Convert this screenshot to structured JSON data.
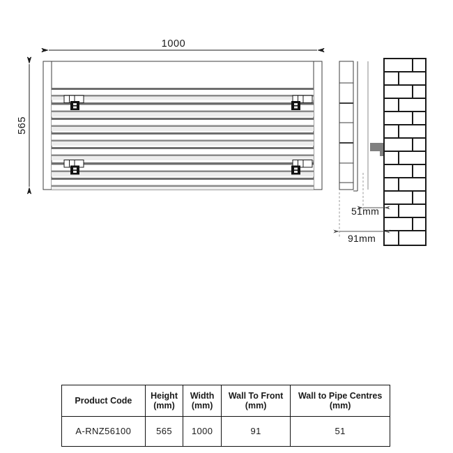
{
  "drawing": {
    "title": "Radiator technical drawing",
    "front_view": {
      "name": "radiator-front-view",
      "width_dimension_label": "1000",
      "height_dimension_label": "565",
      "fin_count": 13,
      "bracket_count": 4
    },
    "side_view": {
      "name": "radiator-side-view",
      "wall_to_pipe_label": "51mm",
      "wall_to_front_label": "91mm",
      "wall_pattern": "brick"
    },
    "colors": {
      "line": "#1a1a1a",
      "fin_dark": "#6e6e6e",
      "fin_light": "#ececec",
      "fin_white": "#ffffff",
      "bracket_dark": "#111111",
      "bracket_gray": "#808080",
      "background": "#ffffff"
    }
  },
  "table": {
    "name": "product-spec-table",
    "headers": [
      {
        "label": "Product Code",
        "unit": ""
      },
      {
        "label": "Height",
        "unit": "(mm)"
      },
      {
        "label": "Width",
        "unit": "(mm)"
      },
      {
        "label": "Wall To Front",
        "unit": "(mm)"
      },
      {
        "label": "Wall to Pipe Centres",
        "unit": "(mm)"
      }
    ],
    "rows": [
      {
        "product_code": "A-RNZ56100",
        "height": "565",
        "width": "1000",
        "wall_to_front": "91",
        "wall_to_pipe_centres": "51"
      }
    ]
  }
}
